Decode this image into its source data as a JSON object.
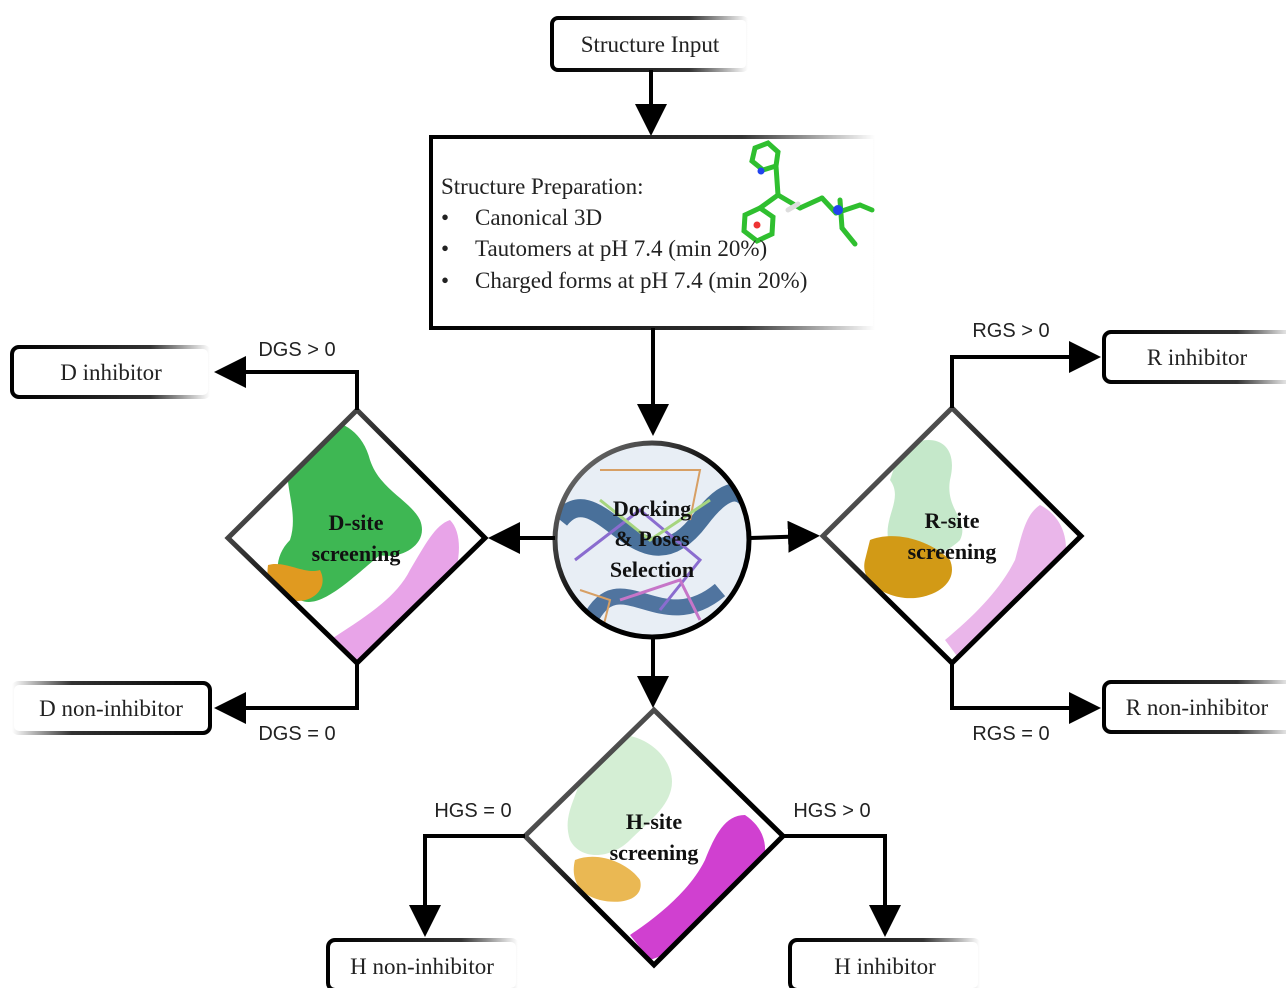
{
  "input_box": "Structure Input",
  "preparation": {
    "title": "Structure Preparation:",
    "items": [
      "Canonical 3D",
      "Tautomers at pH 7.4 (min 20%)",
      "Charged forms at pH 7.4 (min 20%)"
    ],
    "bullet": "•"
  },
  "center": {
    "line1": "Docking",
    "line2": "& Poses",
    "line3": "Selection"
  },
  "d_site": {
    "line1": "D-site",
    "line2": "screening",
    "inhibitor": "D inhibitor",
    "non_inhibitor": "D non-inhibitor",
    "cond_inhibitor": "DGS > 0",
    "cond_non_inhibitor": "DGS = 0"
  },
  "r_site": {
    "line1": "R-site",
    "line2": "screening",
    "inhibitor": "R inhibitor",
    "non_inhibitor": "R non-inhibitor",
    "cond_inhibitor": "RGS > 0",
    "cond_non_inhibitor": "RGS = 0"
  },
  "h_site": {
    "line1": "H-site",
    "line2": "screening",
    "inhibitor": "H inhibitor",
    "non_inhibitor": "H non-inhibitor",
    "cond_inhibitor": "HGS > 0",
    "cond_non_inhibitor": "HGS = 0"
  }
}
